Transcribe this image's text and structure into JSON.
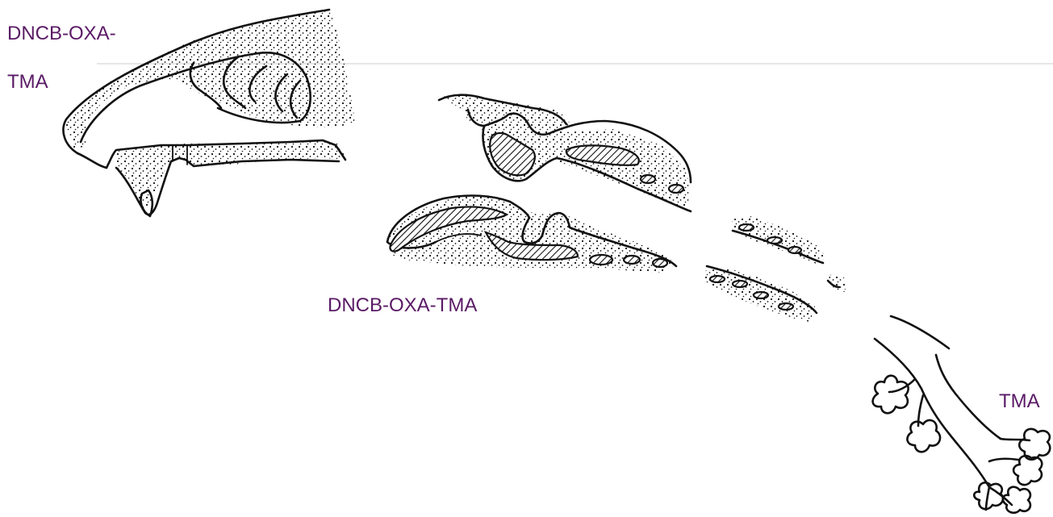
{
  "labels": {
    "top_left_line1": "DNCB-OXA-",
    "top_left_line2": "TMA",
    "middle": "DNCB-OXA-TMA",
    "bottom_right": "TMA"
  },
  "colors": {
    "label": "#5a1a66",
    "ink": "#111111",
    "background": "#ffffff"
  }
}
